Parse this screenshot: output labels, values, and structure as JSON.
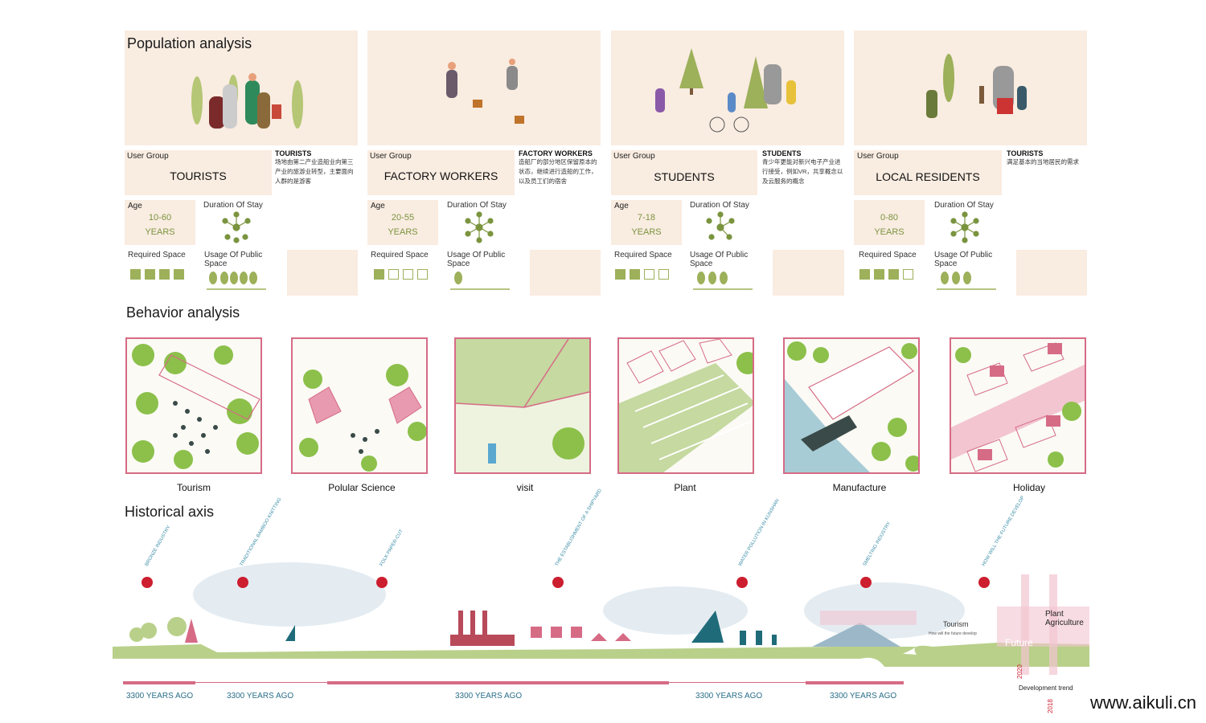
{
  "sections": {
    "population": "Population analysis",
    "behavior": "Behavior analysis",
    "historical": "Historical axis"
  },
  "population": {
    "labels": {
      "user_group": "User Group",
      "age": "Age",
      "duration": "Duration Of Stay",
      "required_space": "Required Space",
      "usage": "Usage Of Public Space"
    },
    "groups": [
      {
        "name": "TOURISTS",
        "desc_title": "TOURISTS",
        "desc": "场地由第二产业造船业向第三产业的旅游业转型，主要面向人群的是游客",
        "age_range": "10-60",
        "age_unit": "YEARS",
        "required_space": 4,
        "usage_trees": 5
      },
      {
        "name": "FACTORY WORKERS",
        "desc_title": "FACTORY WORKERS",
        "desc": "造船厂的部分地区保留原本的状态，继续进行造船的工作，以及员工们的宿舍",
        "age_range": "20-55",
        "age_unit": "YEARS",
        "required_space": 1,
        "usage_trees": 1
      },
      {
        "name": "STUDENTS",
        "desc_title": "STUDENTS",
        "desc": "青少年更能对新兴电子产业进行接受，例如VR，共享概念以及云服务的概念",
        "age_range": "7-18",
        "age_unit": "YEARS",
        "required_space": 2,
        "usage_trees": 3
      },
      {
        "name": "LOCAL RESIDENTS",
        "desc_title": "TOURISTS",
        "desc": "满足基本的当地居民的需求",
        "age_range": "0-80",
        "age_unit": "YEARS",
        "required_space": 3,
        "usage_trees": 3
      }
    ]
  },
  "behaviors": [
    "Tourism",
    "Polular Science",
    "visit",
    "Plant",
    "Manufacture",
    "Holiday"
  ],
  "timeline": {
    "milestones": [
      "BRONZE INDUSTRY",
      "TRADITIONAL BAMBOO KNITTING",
      "FOLK PAPER-CUT",
      "THE ESTABLISHMENT OF A SHIPYARD",
      "WATER POLLUTION IN KUNSHAN",
      "SMELTING INDUSTRY",
      "HOW WILL THE FUTURE DEVELOP"
    ],
    "eras": [
      "3300 YEARS AGO",
      "3300 YEARS AGO",
      "3300 YEARS AGO",
      "3300 YEARS AGO",
      "3300 YEARS AGO"
    ],
    "future": {
      "tourism": "Tourism",
      "plant": "Plant",
      "agriculture": "Agriculture",
      "future": "Future",
      "subtitle": "How will the future develop",
      "trend": "Development trend",
      "year_a": "2020",
      "year_b": "2018"
    }
  },
  "watermark": "www.aikuli.cn",
  "colors": {
    "panel": "#f9ece1",
    "accent_green": "#9db05a",
    "accent_pink": "#d66b86",
    "marker_red": "#cc1e2f",
    "text_teal": "#2a6f8a"
  }
}
